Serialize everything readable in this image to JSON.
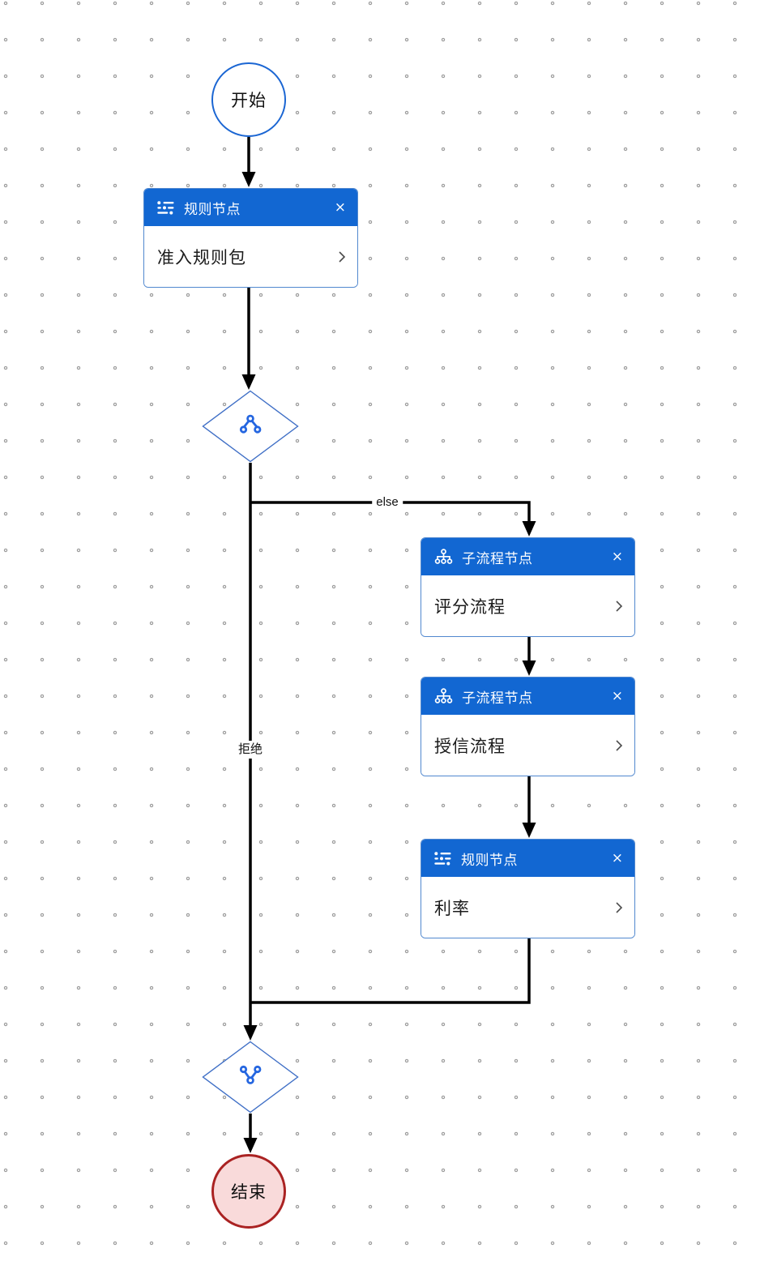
{
  "canvas": {
    "background": "#ffffff",
    "dot_color": "#9c9c9c"
  },
  "colors": {
    "header_blue": "#1267d2",
    "card_border": "#5188cf",
    "diamond_border": "#3f6fc6",
    "diamond_icon_blue": "#2566e0",
    "edge_black": "#000000",
    "start_border": "#1b66d3",
    "end_border": "#aa2222",
    "end_fill": "#f9dada"
  },
  "nodes": {
    "start": {
      "label": "开始"
    },
    "rule_admission": {
      "type_label": "规则节点",
      "content": "准入规则包"
    },
    "branch_diamond": {
      "icon": "branch-split-icon"
    },
    "subflow_scoring": {
      "type_label": "子流程节点",
      "content": "评分流程"
    },
    "subflow_credit": {
      "type_label": "子流程节点",
      "content": "授信流程"
    },
    "rule_interest": {
      "type_label": "规则节点",
      "content": "利率"
    },
    "merge_diamond": {
      "icon": "branch-merge-icon"
    },
    "end": {
      "label": "结束"
    }
  },
  "edges": {
    "else_label": "else",
    "reject_label": "拒绝"
  },
  "icons": {
    "close_glyph": "×",
    "rule": "rule-lines-icon",
    "subflow": "sitemap-icon",
    "chevron": "chevron-right-icon"
  }
}
